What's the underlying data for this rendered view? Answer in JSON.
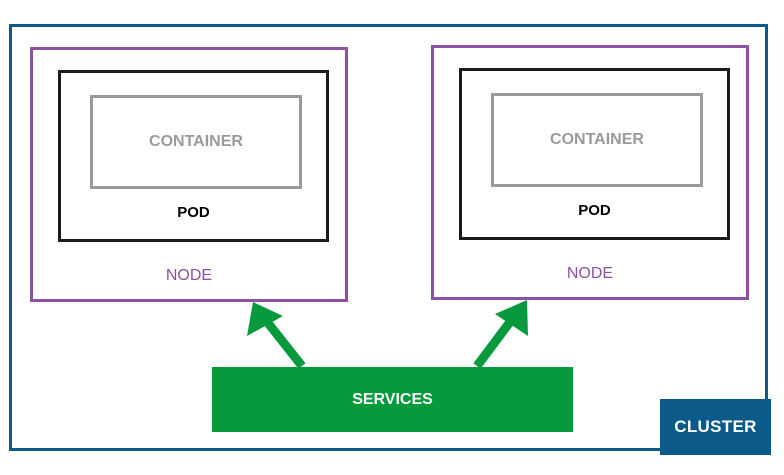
{
  "cluster": {
    "label": "CLUSTER",
    "color": "#0b5a8a"
  },
  "nodes": [
    {
      "label": "NODE",
      "pod": {
        "label": "POD",
        "container": {
          "label": "CONTAINER"
        }
      }
    },
    {
      "label": "NODE",
      "pod": {
        "label": "POD",
        "container": {
          "label": "CONTAINER"
        }
      }
    }
  ],
  "services": {
    "label": "SERVICES",
    "color": "#069a3c"
  },
  "colors": {
    "node_border": "#8b52a1",
    "pod_border": "#1a1a1a",
    "container_border": "#9a9a9a",
    "arrow": "#069a3c"
  },
  "arrows": [
    {
      "from": "services",
      "to": "nodes.0",
      "icon": "arrow-up-left-icon"
    },
    {
      "from": "services",
      "to": "nodes.1",
      "icon": "arrow-up-right-icon"
    }
  ]
}
